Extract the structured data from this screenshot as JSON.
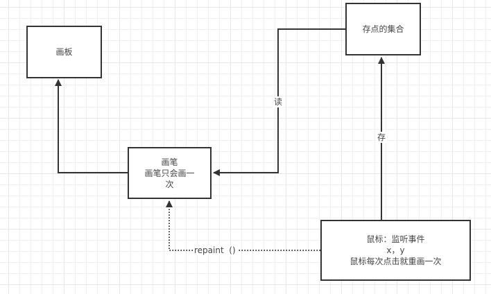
{
  "diagram": {
    "nodes": {
      "canvas": {
        "lines": [
          "画板"
        ]
      },
      "point_collection": {
        "lines": [
          "存点的集合"
        ]
      },
      "brush": {
        "lines": [
          "画笔",
          "画笔只会画一",
          "次"
        ]
      },
      "mouse": {
        "lines": [
          "鼠标：监听事件",
          "x，y",
          "鼠标每次点击就重画一次"
        ]
      }
    },
    "edges": {
      "brush_to_canvas": {
        "from": "brush",
        "to": "canvas",
        "style": "solid",
        "label": ""
      },
      "collection_to_brush": {
        "from": "point_collection",
        "to": "brush",
        "style": "solid",
        "label": "读"
      },
      "mouse_to_collection": {
        "from": "mouse",
        "to": "point_collection",
        "style": "solid",
        "label": "存"
      },
      "mouse_to_brush": {
        "from": "mouse",
        "to": "brush",
        "style": "dotted",
        "label": "repaint  ()"
      }
    },
    "colors": {
      "stroke": "#333333",
      "text": "#444444",
      "grid": "#e6e6e6"
    }
  }
}
